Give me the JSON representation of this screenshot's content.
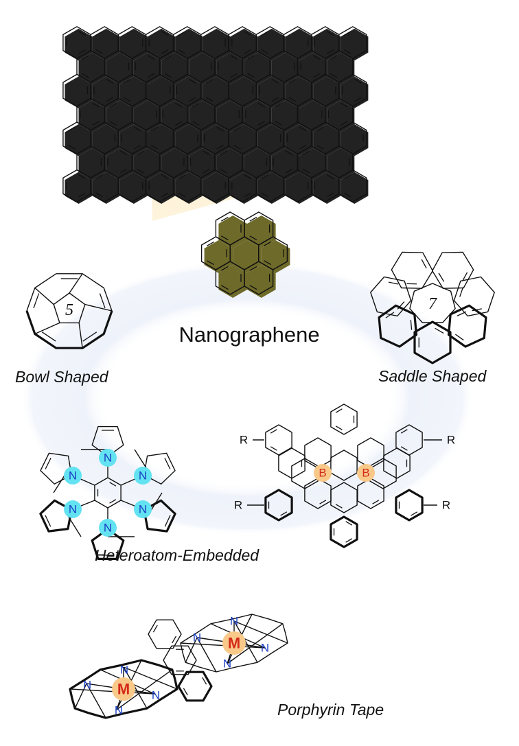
{
  "labels": {
    "title": "Nanographene",
    "bowl": "Bowl Shaped",
    "saddle": "Saddle Shaped",
    "hetero": "Heteroatom-Embedded",
    "porphyrin": "Porphyrin Tape"
  },
  "atoms": {
    "five": "5",
    "seven": "7",
    "nitrogen": "N",
    "boron": "B",
    "metal": "M",
    "r_group": "R"
  },
  "colors": {
    "highlight_yellow": "#f5f19a",
    "beam": "#fbe7b8",
    "halo_blue": "#63e3f2",
    "halo_orange": "#f9c98a",
    "atom_blue": "#1a3fc4",
    "atom_red": "#d42a1a",
    "background_ring": "#eef2fa"
  }
}
